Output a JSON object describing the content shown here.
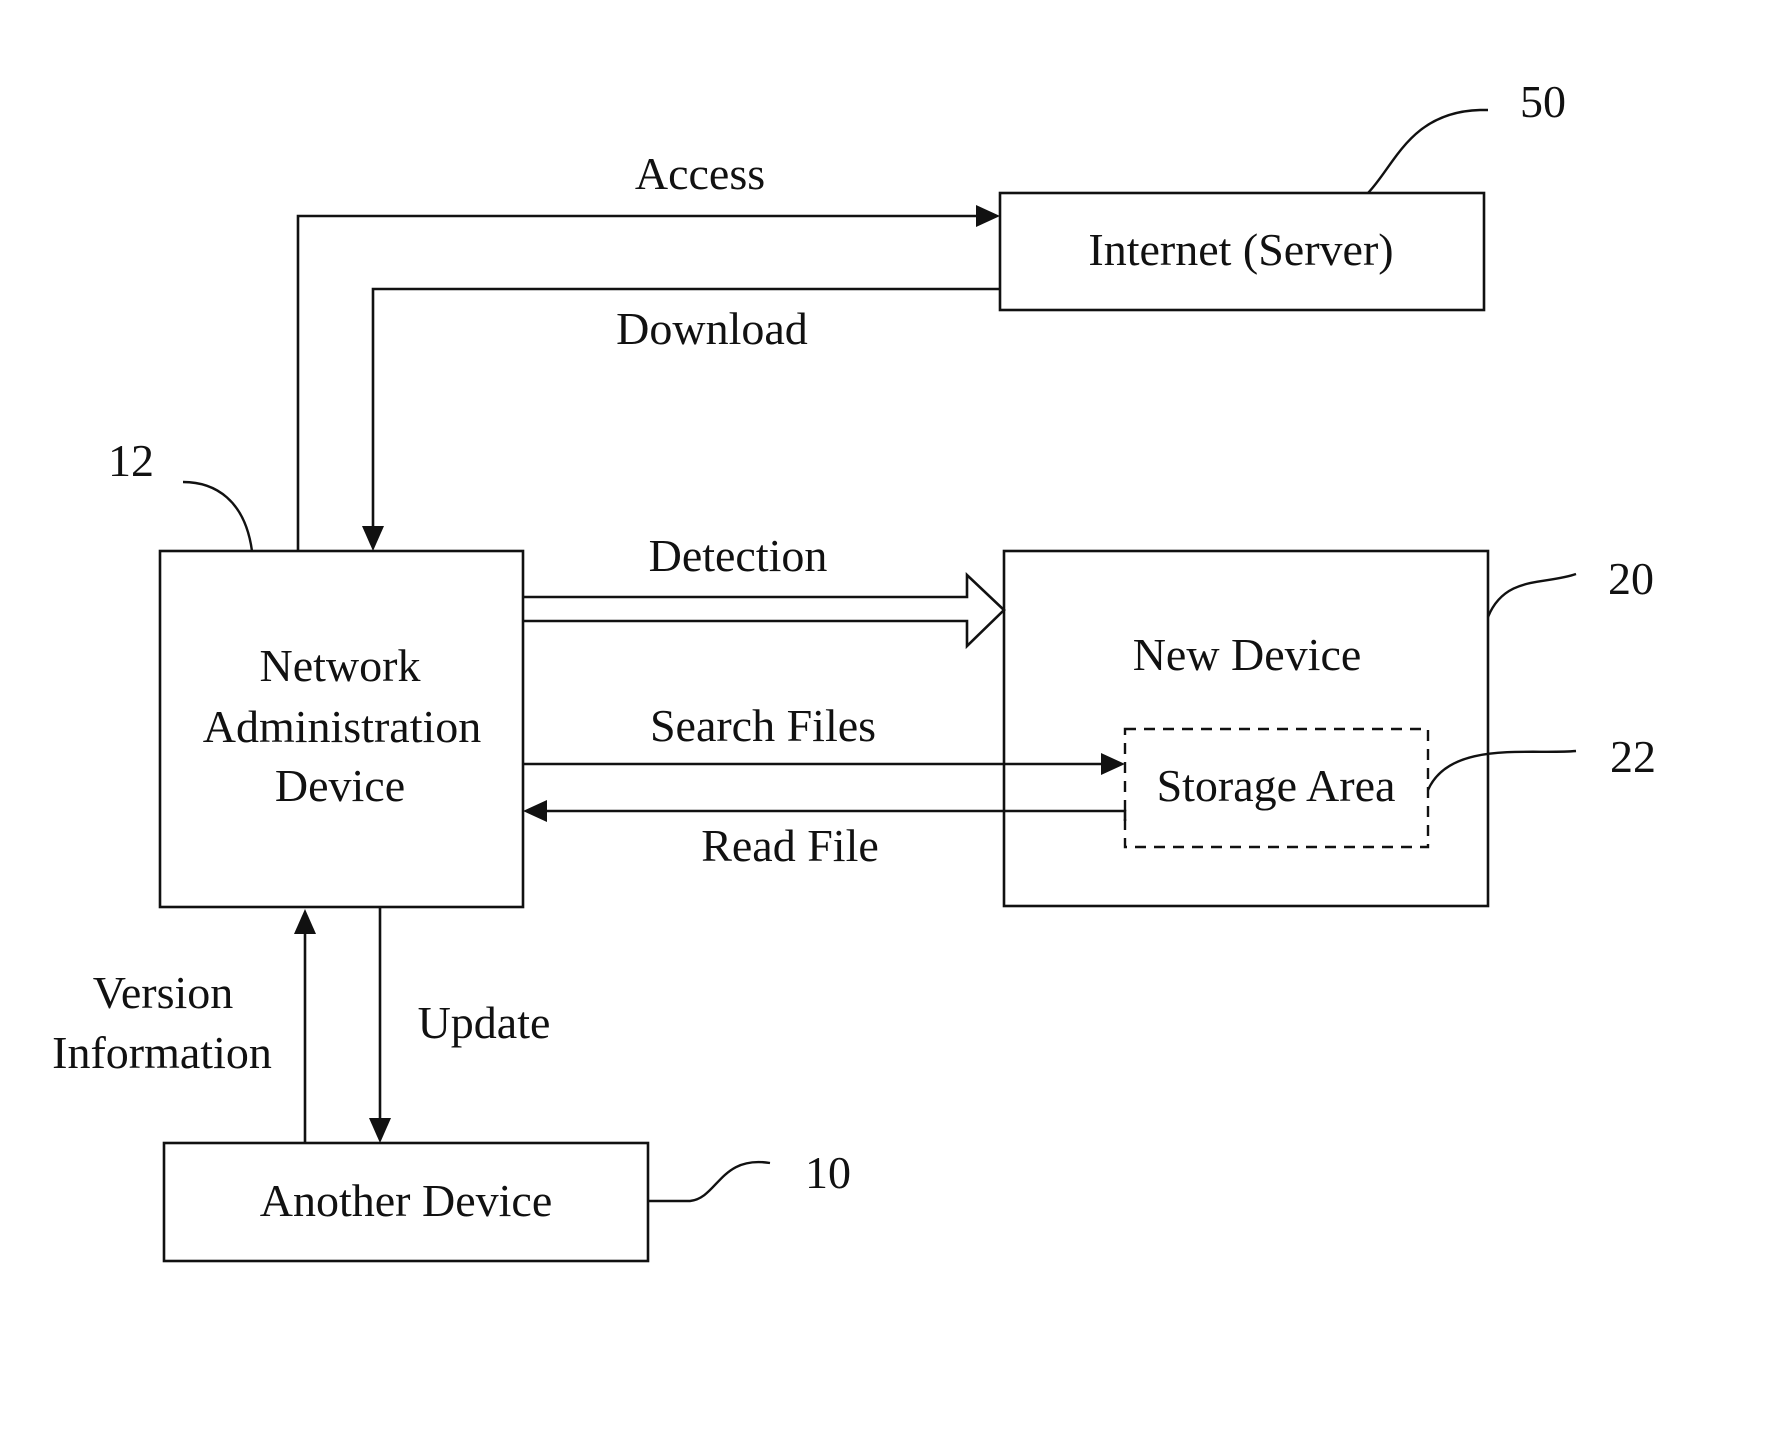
{
  "blocks": {
    "internet_server": "Internet (Server)",
    "network_admin": [
      "Network",
      "Administration",
      "Device"
    ],
    "new_device": "New Device",
    "storage_area": "Storage Area",
    "another_device": "Another Device"
  },
  "arrows": {
    "access": "Access",
    "download": "Download",
    "detection": "Detection",
    "search_files": "Search Files",
    "read_file": "Read File",
    "version_information": [
      "Version",
      "Information"
    ],
    "update": "Update"
  },
  "reference_numerals": {
    "internet_server": "50",
    "network_admin": "12",
    "new_device": "20",
    "storage_area": "22",
    "another_device": "10"
  }
}
